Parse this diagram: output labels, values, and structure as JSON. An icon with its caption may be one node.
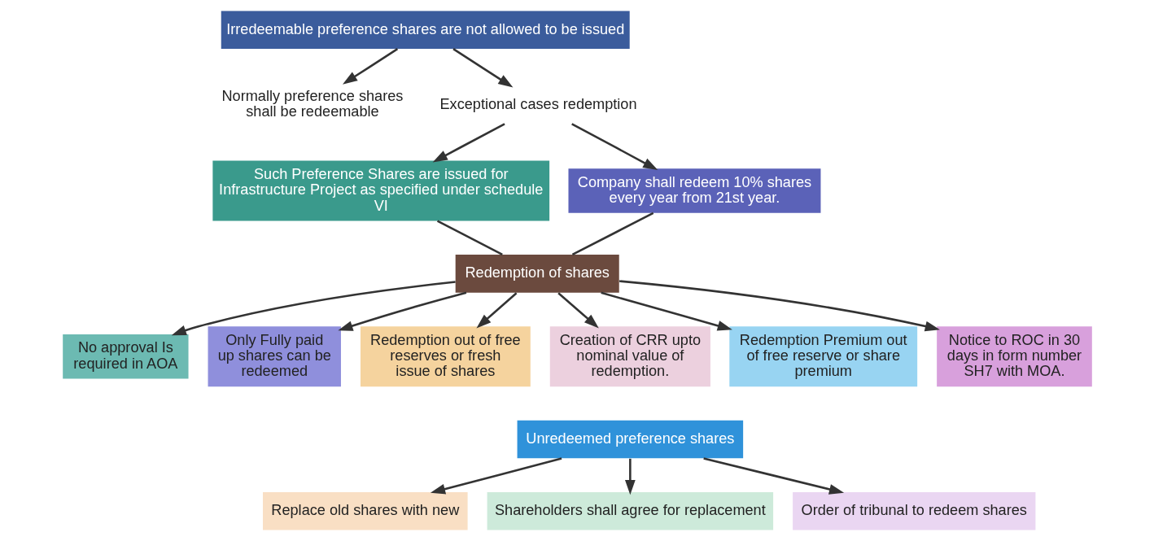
{
  "diagram": {
    "nodes": [
      {
        "text": [
          "Irredeemable preference shares are not allowed to be issued"
        ]
      },
      {
        "text": [
          "Normally preference shares shall be redeemable"
        ]
      },
      {
        "text": [
          "Exceptional cases redemption"
        ]
      },
      {
        "text": [
          "Such Preference Shares are issued for Infrastructure Project as specified under schedule VI"
        ]
      },
      {
        "text": [
          "Company shall redeem 10% shares every year from 21st year."
        ]
      },
      {
        "text": [
          "Redemption of shares"
        ]
      },
      {
        "text": [
          "No approval Is required in AOA"
        ]
      },
      {
        "text": [
          "Only Fully paid up shares can be redeemed"
        ]
      },
      {
        "text": [
          "Redemption out of free reserves or fresh issue of shares"
        ]
      },
      {
        "text": [
          "Creation of CRR upto nominal value of redemption."
        ]
      },
      {
        "text": [
          "Redemption Premium out of free reserve or share premium"
        ]
      },
      {
        "text": [
          "Notice to ROC in 30 days in form number SH7 with MOA."
        ]
      },
      {
        "text": [
          "Unredeemed preference shares"
        ]
      },
      {
        "text": [
          "Replace old shares with new"
        ]
      },
      {
        "text": [
          "Shareholders shall agree for replacement"
        ]
      },
      {
        "text": [
          "Order of tribunal to redeem shares"
        ]
      }
    ],
    "edges": [
      {
        "from": 0,
        "to": 1,
        "arrow": "to"
      },
      {
        "from": 0,
        "to": 2,
        "arrow": "to"
      },
      {
        "from": 2,
        "to": 3,
        "arrow": "to"
      },
      {
        "from": 2,
        "to": 4,
        "arrow": "to"
      },
      {
        "from": 3,
        "to": 5,
        "arrow": "none"
      },
      {
        "from": 4,
        "to": 5,
        "arrow": "none"
      },
      {
        "from": 5,
        "to": 6,
        "arrow": "to"
      },
      {
        "from": 5,
        "to": 7,
        "arrow": "to"
      },
      {
        "from": 5,
        "to": 8,
        "arrow": "to"
      },
      {
        "from": 5,
        "to": 9,
        "arrow": "to"
      },
      {
        "from": 5,
        "to": 10,
        "arrow": "to"
      },
      {
        "from": 5,
        "to": 11,
        "arrow": "to"
      },
      {
        "from": 12,
        "to": 13,
        "arrow": "to"
      },
      {
        "from": 12,
        "to": 14,
        "arrow": "to"
      },
      {
        "from": 12,
        "to": 15,
        "arrow": "to"
      }
    ]
  }
}
